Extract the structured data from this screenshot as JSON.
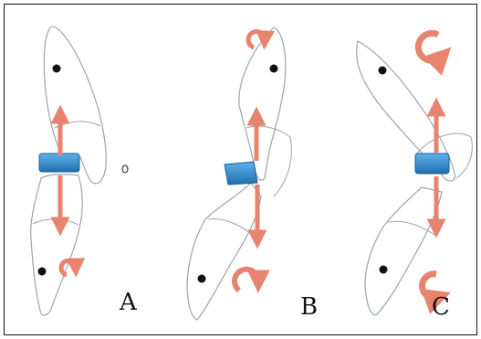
{
  "figure": {
    "panels": [
      {
        "id": "A",
        "label": "A"
      },
      {
        "id": "B",
        "label": "B"
      },
      {
        "id": "C",
        "label": "C"
      }
    ],
    "colors": {
      "arrow": "#e8836e",
      "contact_block": "#2a86c8",
      "outline": "#9aa4b0",
      "dot": "#111111"
    }
  }
}
